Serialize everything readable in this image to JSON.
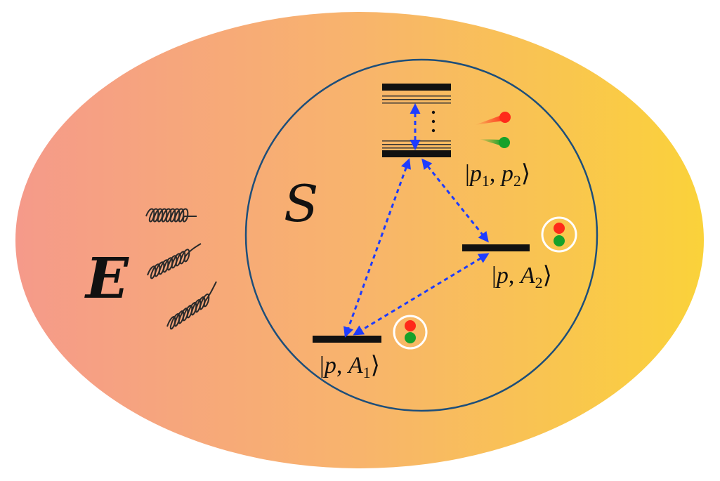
{
  "diagram": {
    "environment_label": "E",
    "system_label": "S",
    "states": {
      "continuum": {
        "bra": "|",
        "symbol": "p",
        "sub1": "1",
        "sep": ", ",
        "symbol2": "p",
        "sub2": "2",
        "ket": "⟩"
      },
      "a2": {
        "bra": "|",
        "symbol": "p",
        "sep": ", ",
        "symbol2": "A",
        "sub2": "2",
        "ket": "⟩"
      },
      "a1": {
        "bra": "|",
        "symbol": "p",
        "sep": ", ",
        "symbol2": "A",
        "sub2": "1",
        "ket": "⟩"
      }
    },
    "colors": {
      "ellipse_left": "#f59a8a",
      "ellipse_mid": "#f8b46c",
      "ellipse_right": "#fad23a",
      "circle_stroke": "#1d4e7a",
      "arrow": "#1e3cff",
      "particle_red": "#ff2a1a",
      "particle_green": "#16a12a"
    }
  }
}
